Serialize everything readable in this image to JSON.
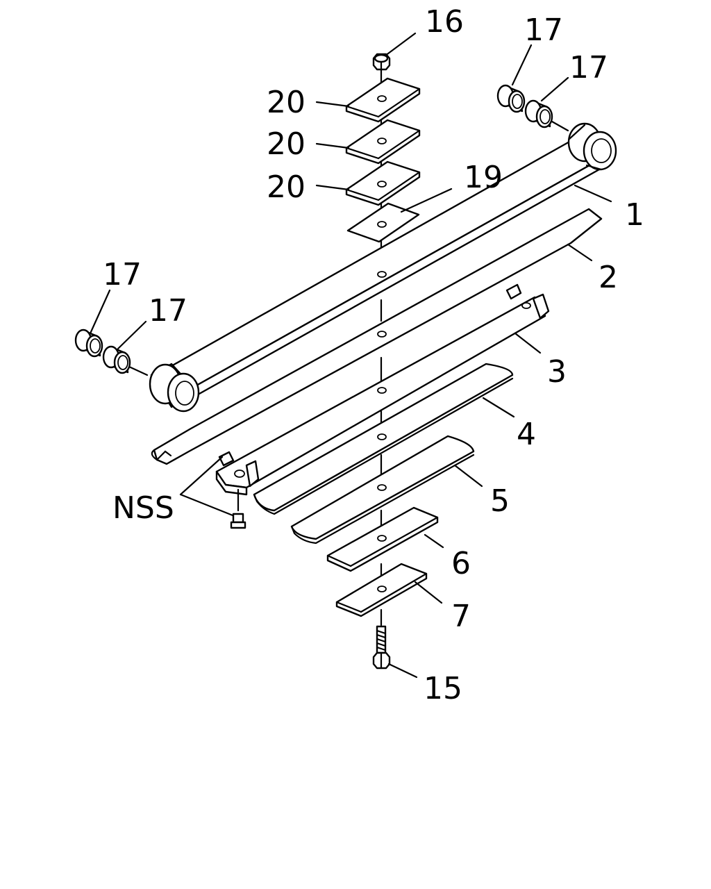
{
  "diagram": {
    "callouts": {
      "c1": "1",
      "c2": "2",
      "c3": "3",
      "c4": "4",
      "c5": "5",
      "c6": "6",
      "c7": "7",
      "c15": "15",
      "c16": "16",
      "c17a": "17",
      "c17b": "17",
      "c17c": "17",
      "c17d": "17",
      "c19": "19",
      "c20a": "20",
      "c20b": "20",
      "c20c": "20",
      "nss": "NSS"
    }
  }
}
